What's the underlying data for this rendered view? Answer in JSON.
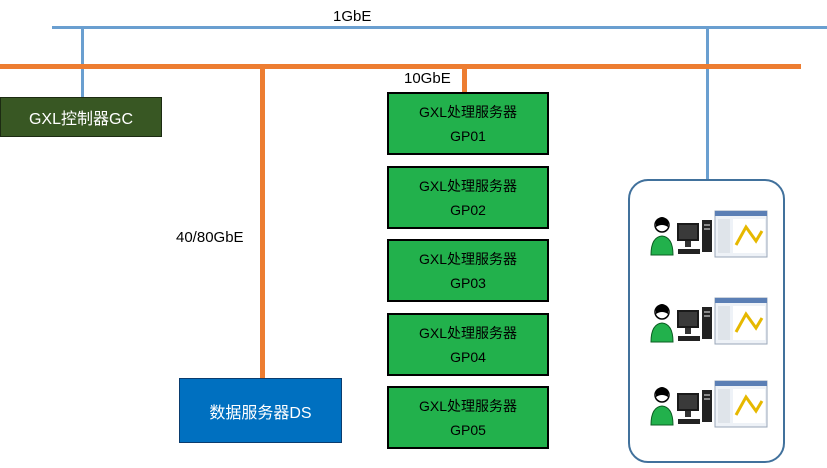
{
  "network": {
    "label_1g": "1GbE",
    "label_10g": "10GbE",
    "label_40g": "40/80GbE"
  },
  "controller": {
    "label": "GXL控制器GC"
  },
  "processors": [
    {
      "name": "GXL处理服务器",
      "id": "GP01"
    },
    {
      "name": "GXL处理服务器",
      "id": "GP02"
    },
    {
      "name": "GXL处理服务器",
      "id": "GP03"
    },
    {
      "name": "GXL处理服务器",
      "id": "GP04"
    },
    {
      "name": "GXL处理服务器",
      "id": "GP05"
    }
  ],
  "data_server": {
    "label": "数据服务器DS"
  },
  "clients": {
    "icon": "user-workstation-icon",
    "count_shown": 3
  },
  "colors": {
    "link_1g": "#6a9fd0",
    "link_10g": "#ed7d31",
    "controller": "#385723",
    "processor": "#22b14c",
    "data_server": "#0070c0",
    "client_group_border": "#41719c"
  }
}
